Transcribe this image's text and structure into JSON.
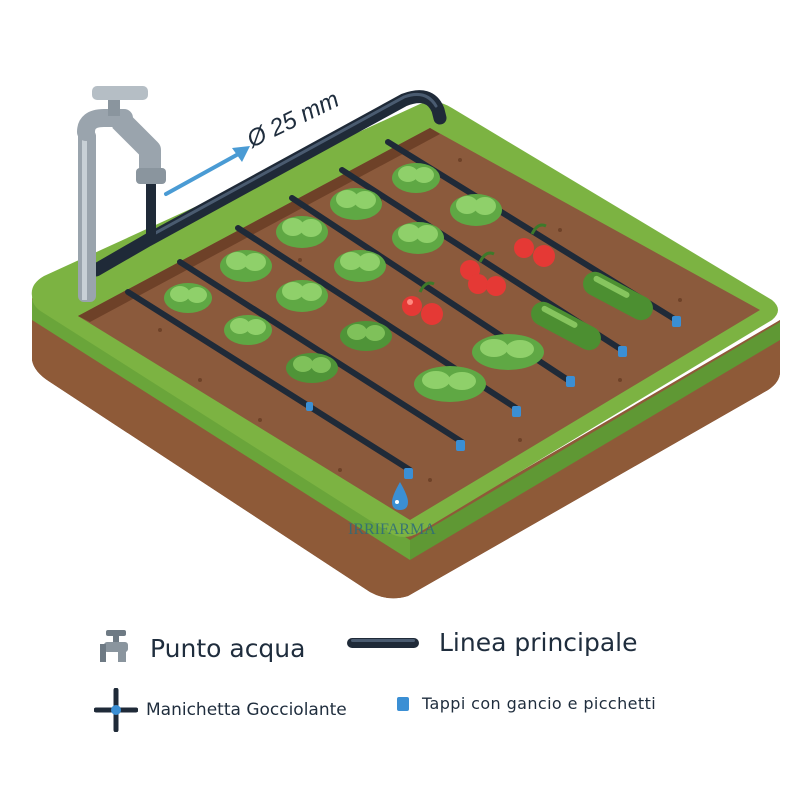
{
  "diagram": {
    "pipe_label": "Ø 25 mm",
    "watermark": "IRRIFARMA"
  },
  "legend": {
    "water_point": {
      "label": "Punto acqua",
      "icon": "faucet-icon"
    },
    "main_line": {
      "label": "Linea principale",
      "icon": "main-pipe-icon"
    },
    "drip_hose": {
      "label": "Manichetta Gocciolante",
      "icon": "drip-connector-icon"
    },
    "end_caps": {
      "label": "Tappi con gancio e picchetti",
      "icon": "end-cap-icon"
    }
  },
  "colors": {
    "grass": "#7cb342",
    "soil": "#8b5a3c",
    "soil_top": "#7d4a2f",
    "pipe": "#1f2a38",
    "cap": "#3b8fd4",
    "faucet": "#a7b0b8",
    "arrow": "#4a9bd4",
    "lettuce": "#7fc15a",
    "tomato": "#e53935",
    "zucchini": "#5a9e3a"
  }
}
